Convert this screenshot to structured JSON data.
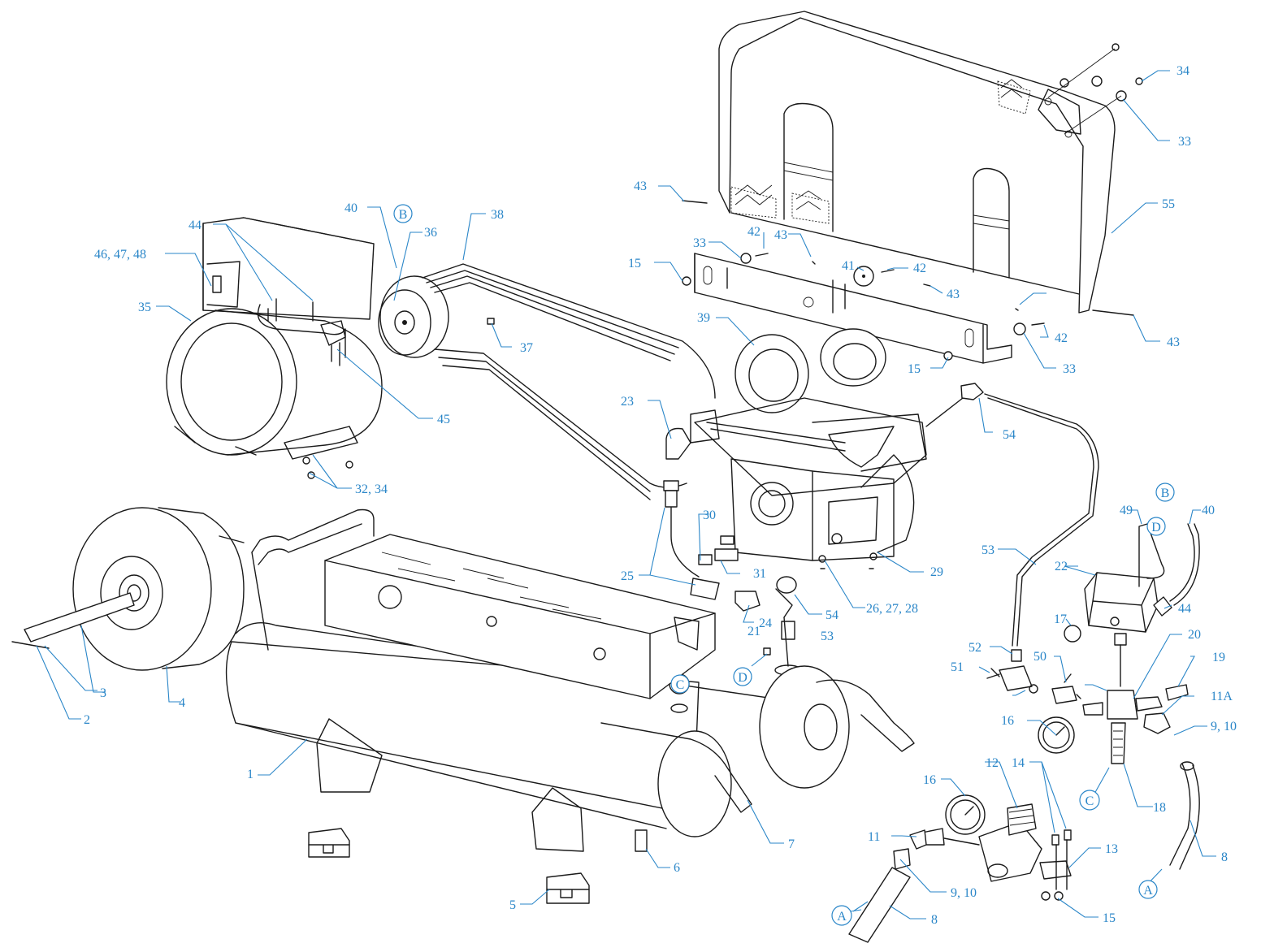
{
  "labels": {
    "l1": "1",
    "l2": "2",
    "l3": "3",
    "l4": "4",
    "l5": "5",
    "l6": "6",
    "l7": "7",
    "l8a": "8",
    "l8b": "8",
    "l910a": "9, 10",
    "l910b": "9, 10",
    "l11": "11",
    "l11a": "11A",
    "l12": "12",
    "l13": "13",
    "l14": "14",
    "l15a": "15",
    "l15b": "15",
    "l15c": "15",
    "l16a": "16",
    "l16b": "16",
    "l17": "17",
    "l18": "18",
    "l19": "19",
    "l20": "20",
    "l21": "21",
    "l22": "22",
    "l23": "23",
    "l24": "24",
    "l25": "25",
    "l262728": "26, 27, 28",
    "l29": "29",
    "l30": "30",
    "l31": "31",
    "l3234": "32, 34",
    "l33a": "33",
    "l33b": "33",
    "l33c": "33",
    "l34": "34",
    "l35": "35",
    "l36": "36",
    "l37": "37",
    "l38": "38",
    "l39": "39",
    "l40a": "40",
    "l40b": "40",
    "l41": "41",
    "l42a": "42",
    "l42b": "42",
    "l42c": "42",
    "l43a": "43",
    "l43b": "43",
    "l43c": "43",
    "l43d": "43",
    "l44a": "44",
    "l44b": "44",
    "l45": "45",
    "l464748": "46, 47, 48",
    "l49": "49",
    "l50": "50",
    "l51": "51",
    "l52": "52",
    "l53a": "53",
    "l53b": "53",
    "l54a": "54",
    "l54b": "54",
    "l55": "55"
  },
  "connectors": {
    "b1": "B",
    "b2": "B",
    "c1": "C",
    "c2": "C",
    "d1": "D",
    "d2": "D",
    "a1": "A",
    "a2": "A"
  },
  "colors": {
    "callout": "#2a86c8",
    "line_art": "#1a1a1a"
  }
}
